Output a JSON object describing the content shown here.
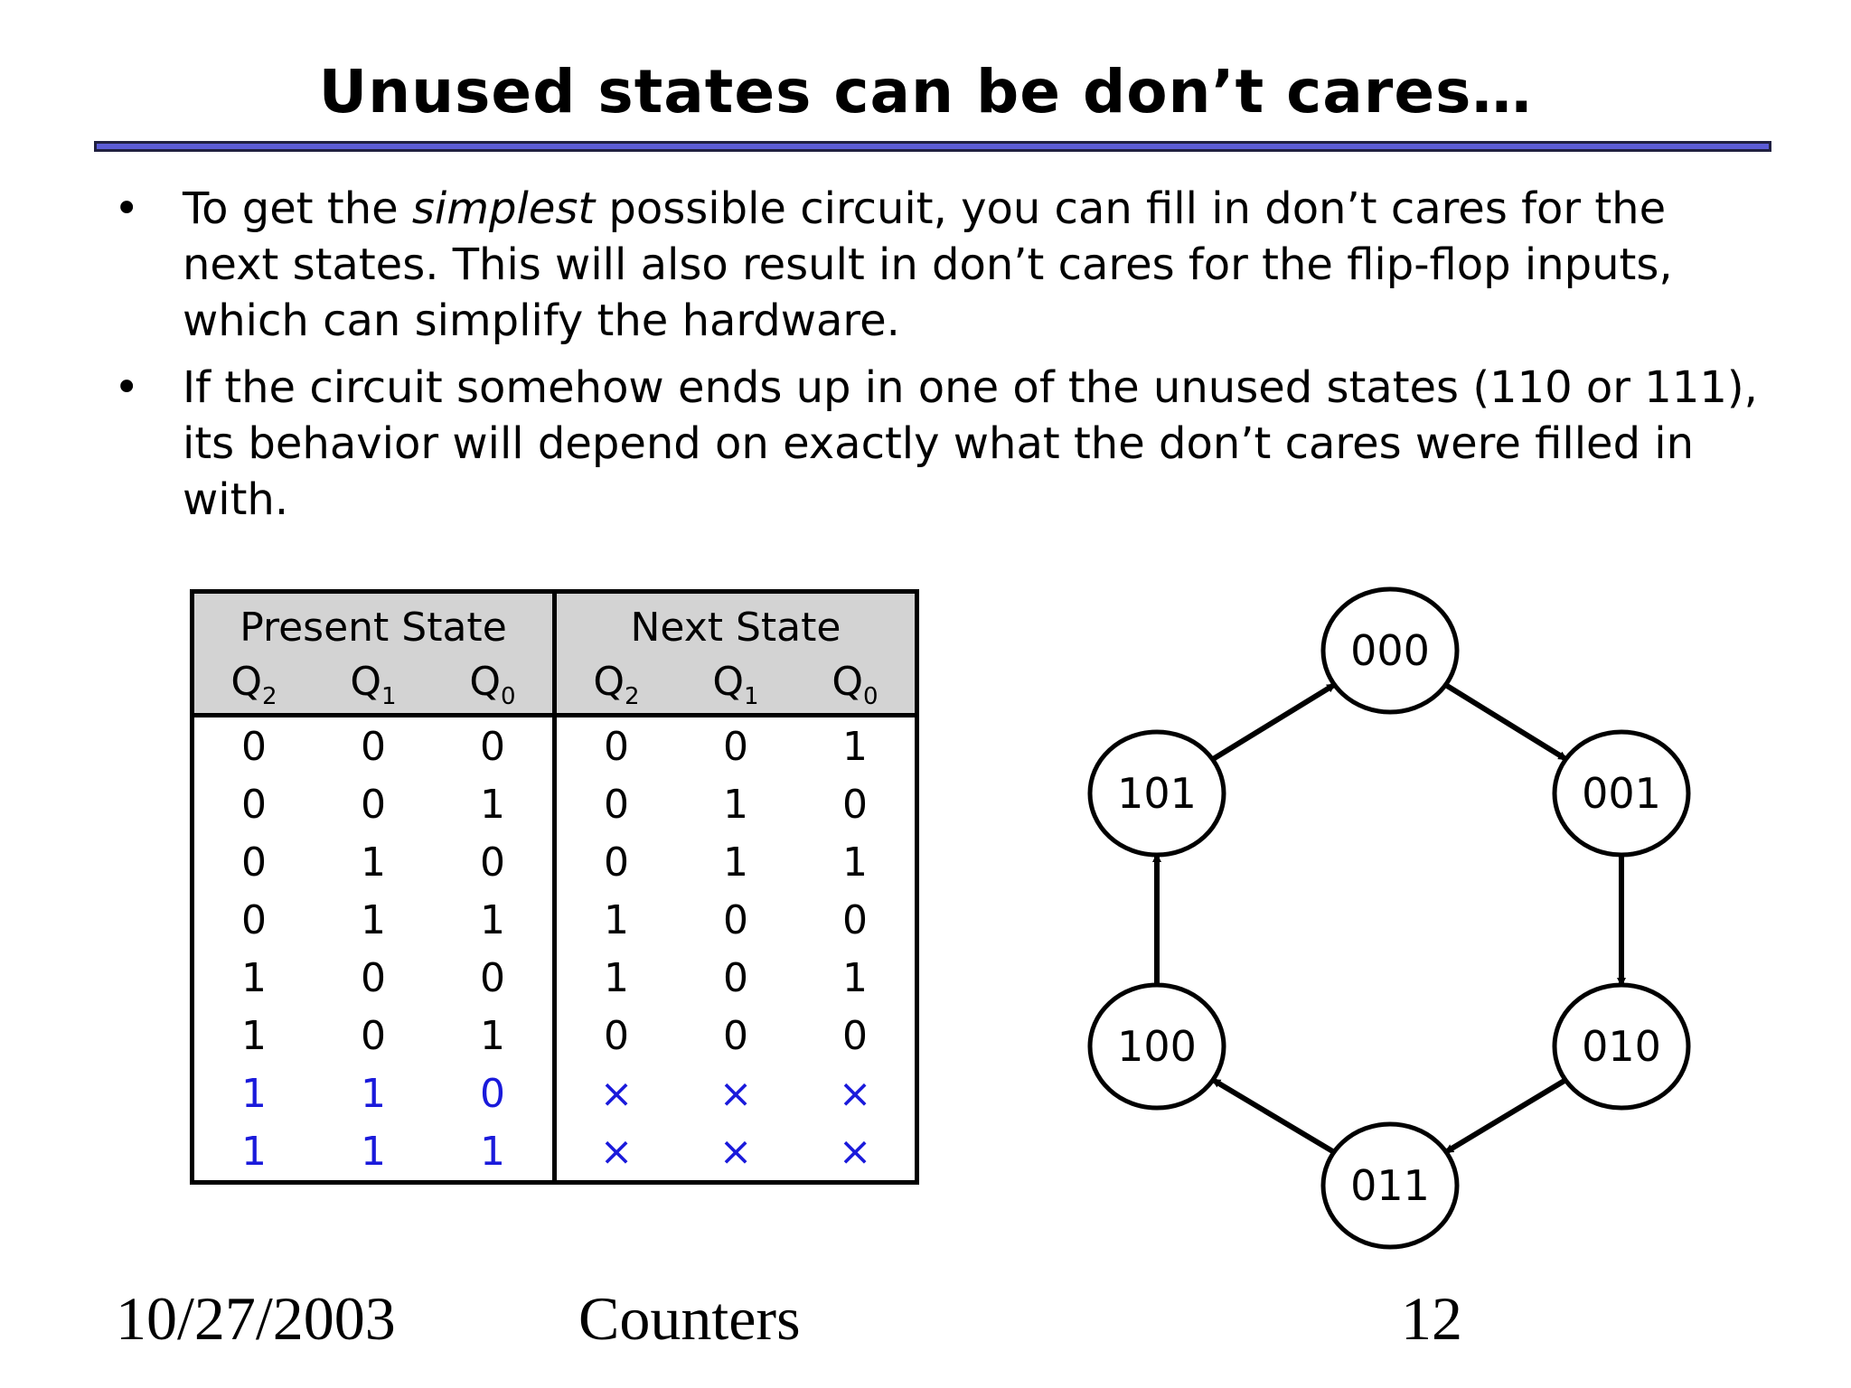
{
  "slide": {
    "title": "Unused states can be don’t cares…"
  },
  "bullets": [
    {
      "marker": "•",
      "before": "To get the ",
      "emphasis": "simplest",
      "after": " possible circuit, you can fill in don’t cares for the next states. This will also result in don’t cares for the flip-flop inputs, which can simplify the hardware."
    },
    {
      "marker": "•",
      "before": "If the circuit somehow ends up in one of the unused states (110 or 111), its behavior will depend on exactly what the don’t cares were filled in with.",
      "emphasis": "",
      "after": ""
    }
  ],
  "table": {
    "group_headers": [
      "Present State",
      "Next State"
    ],
    "columns": [
      {
        "base": "Q",
        "sub": "2"
      },
      {
        "base": "Q",
        "sub": "1"
      },
      {
        "base": "Q",
        "sub": "0"
      },
      {
        "base": "Q",
        "sub": "2"
      },
      {
        "base": "Q",
        "sub": "1"
      },
      {
        "base": "Q",
        "sub": "0"
      }
    ],
    "rows": [
      {
        "cells": [
          "0",
          "0",
          "0",
          "0",
          "0",
          "1"
        ],
        "unused": false
      },
      {
        "cells": [
          "0",
          "0",
          "1",
          "0",
          "1",
          "0"
        ],
        "unused": false
      },
      {
        "cells": [
          "0",
          "1",
          "0",
          "0",
          "1",
          "1"
        ],
        "unused": false
      },
      {
        "cells": [
          "0",
          "1",
          "1",
          "1",
          "0",
          "0"
        ],
        "unused": false
      },
      {
        "cells": [
          "1",
          "0",
          "0",
          "1",
          "0",
          "1"
        ],
        "unused": false
      },
      {
        "cells": [
          "1",
          "0",
          "1",
          "0",
          "0",
          "0"
        ],
        "unused": false
      },
      {
        "cells": [
          "1",
          "1",
          "0",
          "×",
          "×",
          "×"
        ],
        "unused": true
      },
      {
        "cells": [
          "1",
          "1",
          "1",
          "×",
          "×",
          "×"
        ],
        "unused": true
      }
    ],
    "unused_color": "#1a1adb"
  },
  "state_diagram": {
    "states": [
      "000",
      "001",
      "010",
      "011",
      "100",
      "101"
    ],
    "transitions": [
      [
        "000",
        "001"
      ],
      [
        "001",
        "010"
      ],
      [
        "010",
        "011"
      ],
      [
        "011",
        "100"
      ],
      [
        "100",
        "101"
      ],
      [
        "101",
        "000"
      ]
    ]
  },
  "footer": {
    "date": "10/27/2003",
    "topic": "Counters",
    "page": "12"
  },
  "colors": {
    "rule_fill": "#5c5cd6",
    "header_fill": "#d3d3d3"
  }
}
